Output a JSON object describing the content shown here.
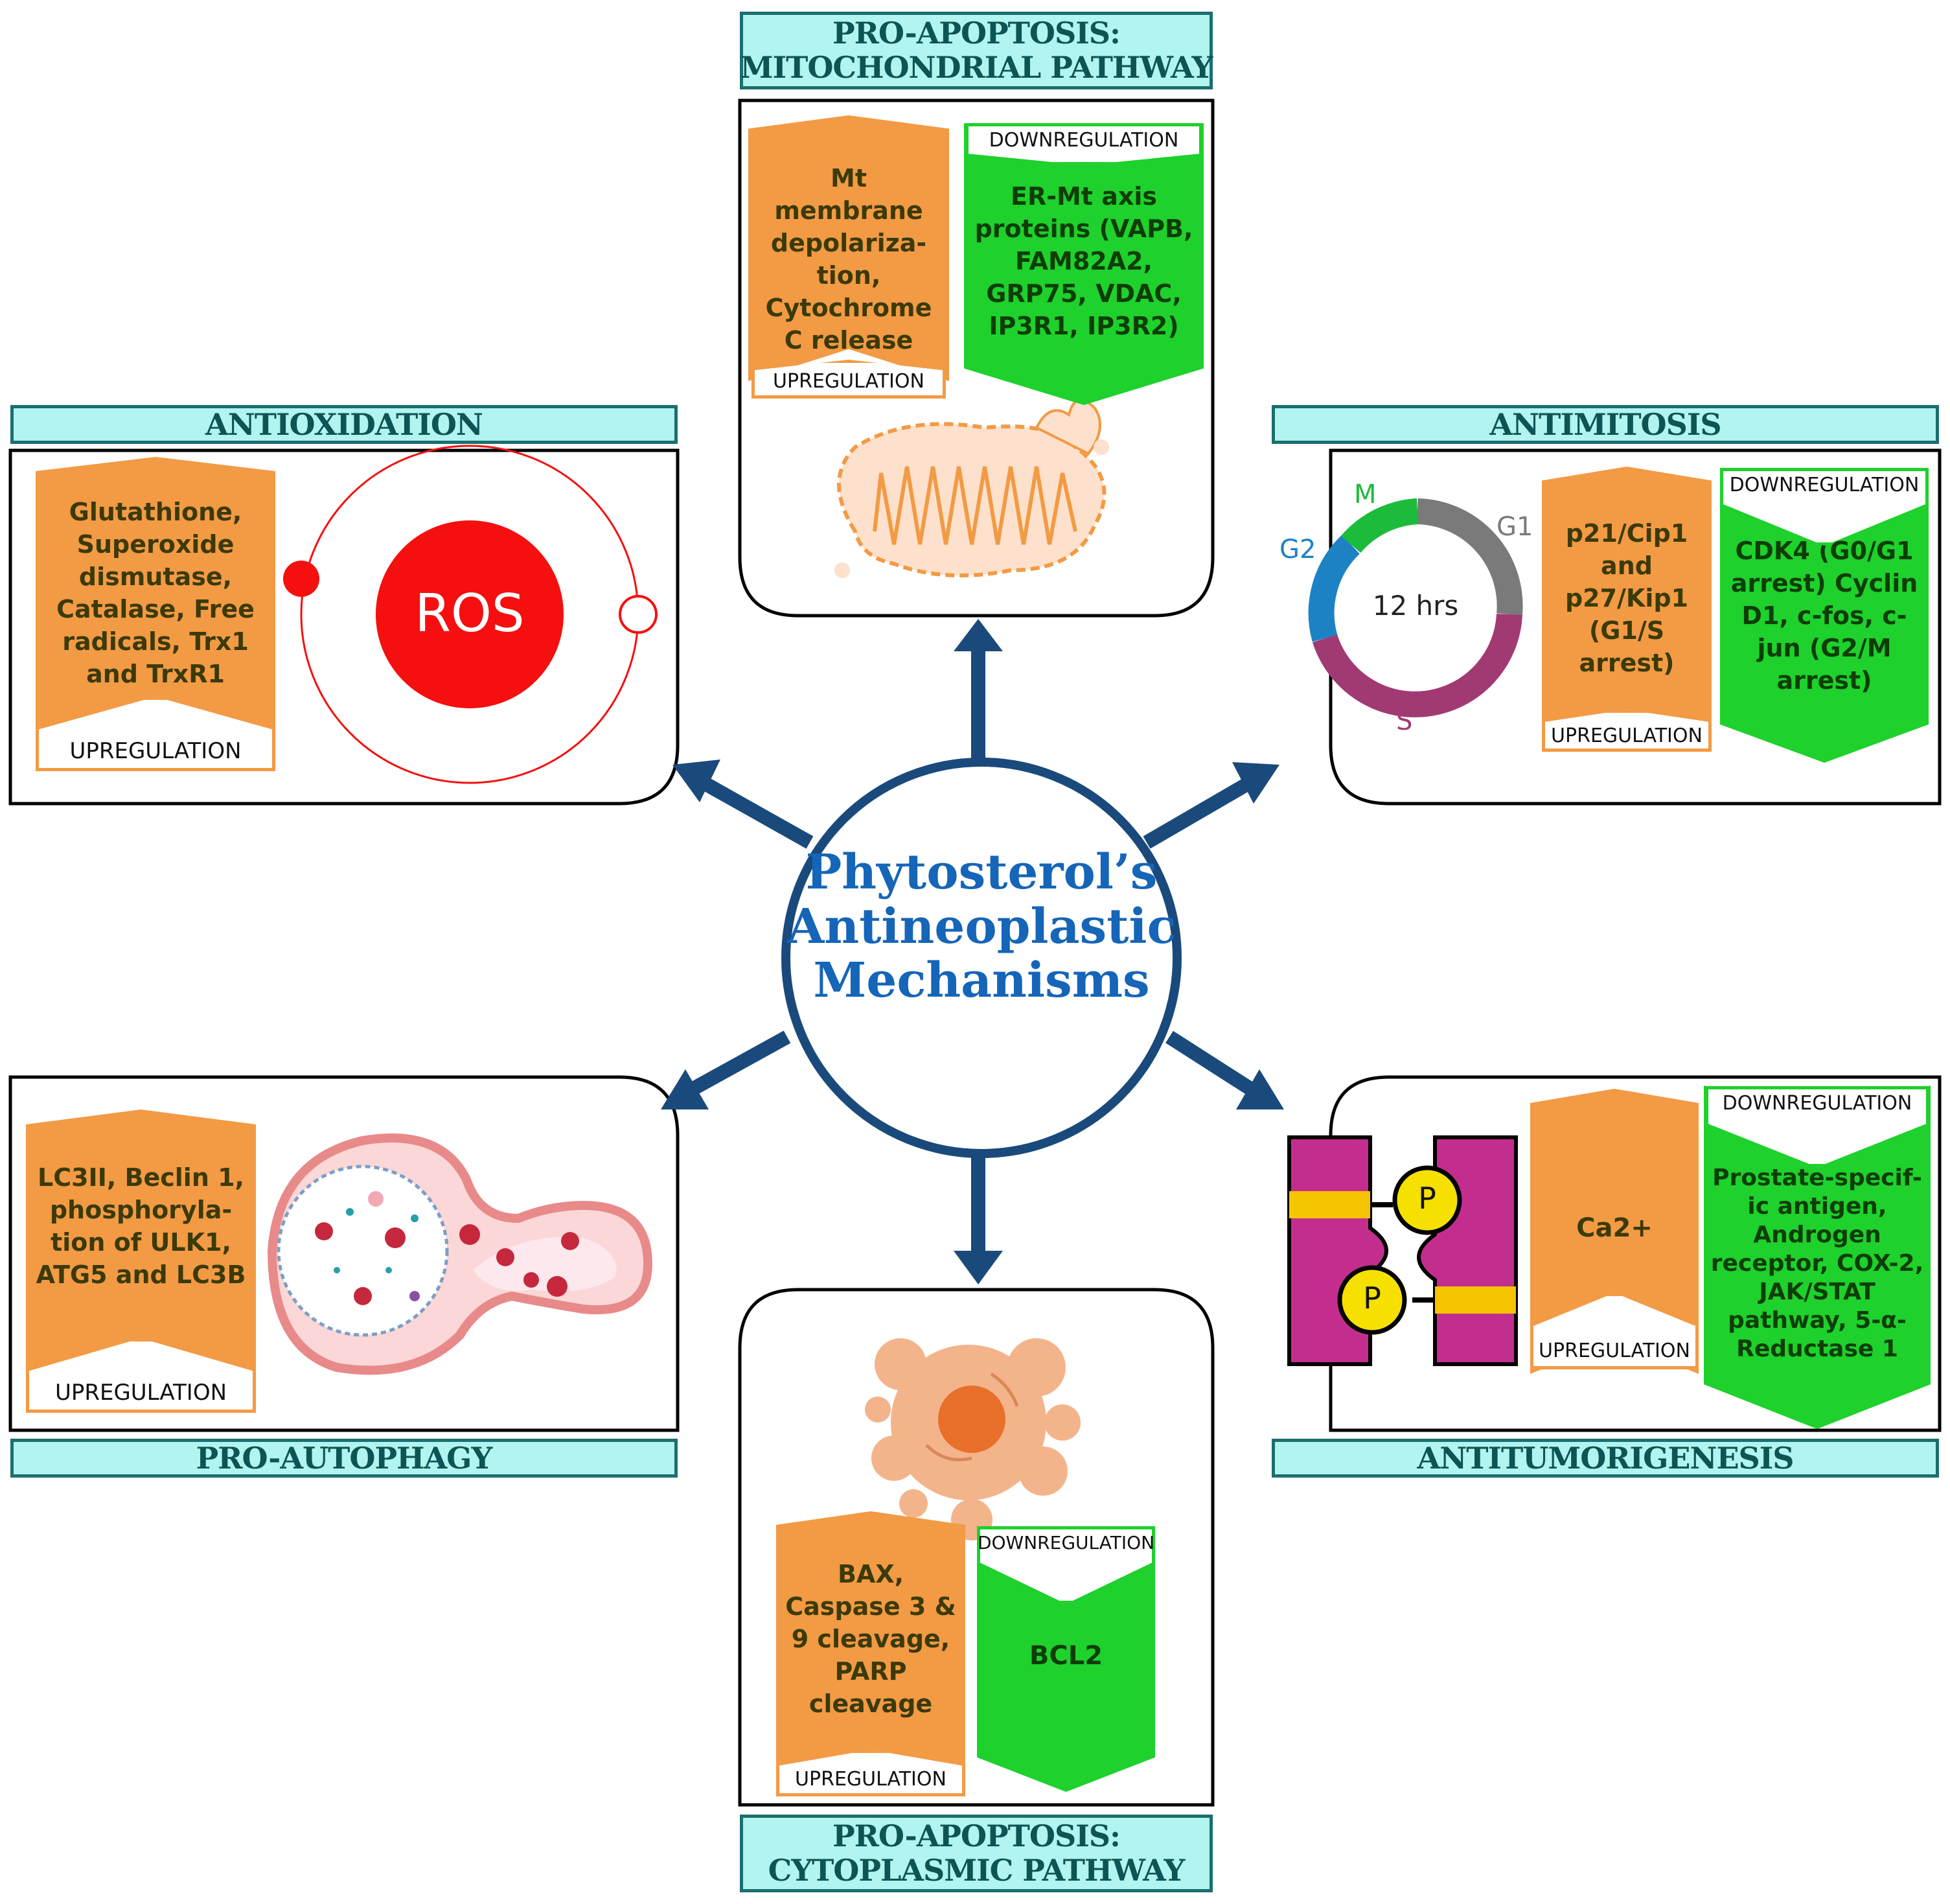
{
  "center": {
    "line1": "Phytosterol’s",
    "line2": "Antineoplastic",
    "line3": "Mechanisms"
  },
  "tags": {
    "up": "UPREGULATION",
    "down": "DOWNREGULATION"
  },
  "mito_pathway": {
    "title_line1": "PRO-APOPTOSIS:",
    "title_line2": "MITOCHONDRIAL PATHWAY",
    "up_text": "Mt membrane depolariza-tion, Cytochrome C release",
    "down_text": "ER-Mt axis proteins (VAPB, FAM82A2, GRP75, VDAC, IP3R1, IP3R2)"
  },
  "antioxidation": {
    "title": "ANTIOXIDATION",
    "up_text": "Glutathione, Superoxide dismutase, Catalase, Free radicals, Trx1 and TrxR1",
    "ros_label": "ROS"
  },
  "antimitosis": {
    "title": "ANTIMITOSIS",
    "cycle": {
      "center": "12 hrs",
      "m": "M",
      "g1": "G1",
      "g2": "G2",
      "s": "S"
    },
    "up_text": "p21/Cip1 and p27/Kip1 (G1/S arrest)",
    "down_text": "CDK4 (G0/G1 arrest) Cyclin D1, c-fos, c-jun (G2/M arrest)"
  },
  "autophagy": {
    "title": "PRO-AUTOPHAGY",
    "up_text": "LC3II, Beclin 1, phosphoryla-tion of ULK1, ATG5 and LC3B"
  },
  "cyto_pathway": {
    "title_line1": "PRO-APOPTOSIS:",
    "title_line2": "CYTOPLASMIC PATHWAY",
    "up_text": "BAX, Caspase 3 & 9 cleavage, PARP cleavage",
    "down_text": "BCL2"
  },
  "antitumor": {
    "title": "ANTITUMORIGENESIS",
    "p_label": "P",
    "up_text": "Ca2+",
    "down_text": "Prostate-specif-ic antigen, Androgen receptor, COX-2, JAK/STAT pathway, 5-α-Reductase 1"
  },
  "colors": {
    "up": "#f39a44",
    "down": "#1ed12c",
    "header_bg": "#b2f4f0",
    "header_text": "#0d5554",
    "arrow": "#1a4a7c",
    "title_text": "#1565b8",
    "ros": "#f50f0f",
    "cycle_m": "#1dbb3b",
    "cycle_g1": "#7a7a7a",
    "cycle_s": "#a13a72",
    "cycle_g2": "#1d82c4"
  }
}
